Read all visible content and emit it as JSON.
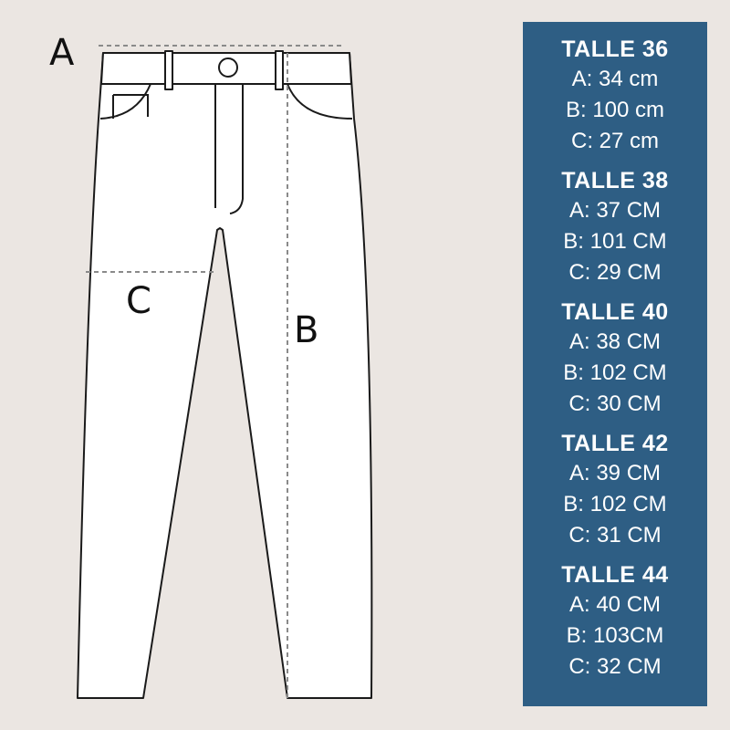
{
  "labels": {
    "a": "A",
    "b": "B",
    "c": "C"
  },
  "colors": {
    "background": "#ebe6e2",
    "panel": "#2e5e84",
    "panel_text": "#ffffff",
    "outline": "#1a1a1a",
    "dashed": "#8a8a8a"
  },
  "sizes": [
    {
      "title": "TALLE 36",
      "lines": [
        "A: 34 cm",
        "B: 100 cm",
        "C: 27 cm"
      ]
    },
    {
      "title": "TALLE 38",
      "lines": [
        "A: 37 CM",
        "B: 101 CM",
        "C: 29 CM"
      ]
    },
    {
      "title": "TALLE 40",
      "lines": [
        "A: 38 CM",
        "B: 102 CM",
        "C: 30 CM"
      ]
    },
    {
      "title": "TALLE 42",
      "lines": [
        "A: 39 CM",
        "B: 102 CM",
        "C: 31 CM"
      ]
    },
    {
      "title": "TALLE 44",
      "lines": [
        "A: 40 CM",
        "B: 103CM",
        "C: 32 CM"
      ]
    }
  ]
}
